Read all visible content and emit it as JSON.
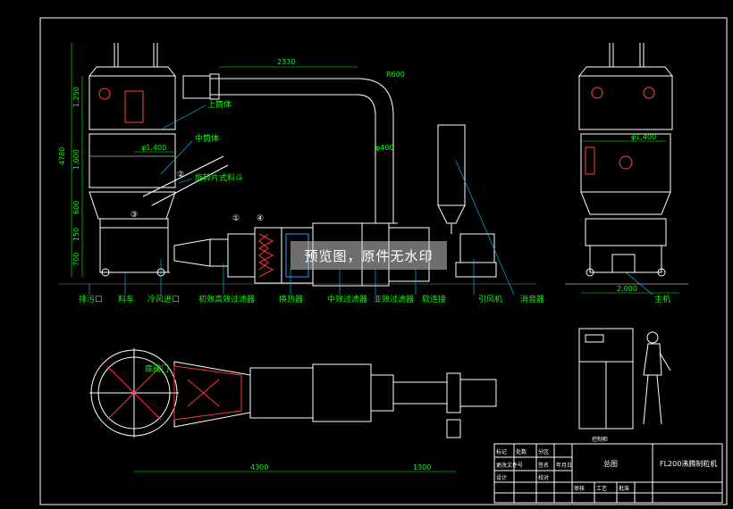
{
  "drawing": {
    "watermark": "预览图，原件无水印",
    "callouts": {
      "upper_body": "上筒体",
      "middle_body": "中筒体",
      "rotary_feeder": "旋转片式料斗",
      "drain_port": "排污口",
      "material_cart": "料车",
      "cold_air_inlet": "冷风进口",
      "coarse_filter": "初效高效过滤器",
      "heat_exchanger": "换热器",
      "medium_filter": "中效过滤器",
      "sub_high_filter": "亚效过滤器",
      "exhaust_fan": "引风机",
      "silencer": "消音器",
      "main_unit": "主机",
      "connector": "软连接",
      "bottom_valve": "底阀门"
    },
    "dimensions": {
      "pipe_length": "2330",
      "bend_radius": "R600",
      "pipe_dia": "φ400",
      "dia_1400_front": "φ1,400",
      "dia_1400_side": "φ1,400",
      "h_total": "4780",
      "h_upper": "1,250",
      "h_middle": "1,000",
      "h_lower": "600",
      "h_base": "700",
      "h_small": "150",
      "width_side": "2,000",
      "plan_length": "4300",
      "plan_tail": "1300"
    },
    "markers": [
      "①",
      "②",
      "③",
      "④"
    ],
    "cabinet_label": "控制柜",
    "title_block": {
      "title": "总图",
      "model": "FL200沸腾制粒机",
      "rows": [
        "标记",
        "处数",
        "分区",
        "更改文件号",
        "签名",
        "年月日",
        "设计",
        "校对",
        "审核",
        "工艺",
        "批准"
      ]
    }
  }
}
